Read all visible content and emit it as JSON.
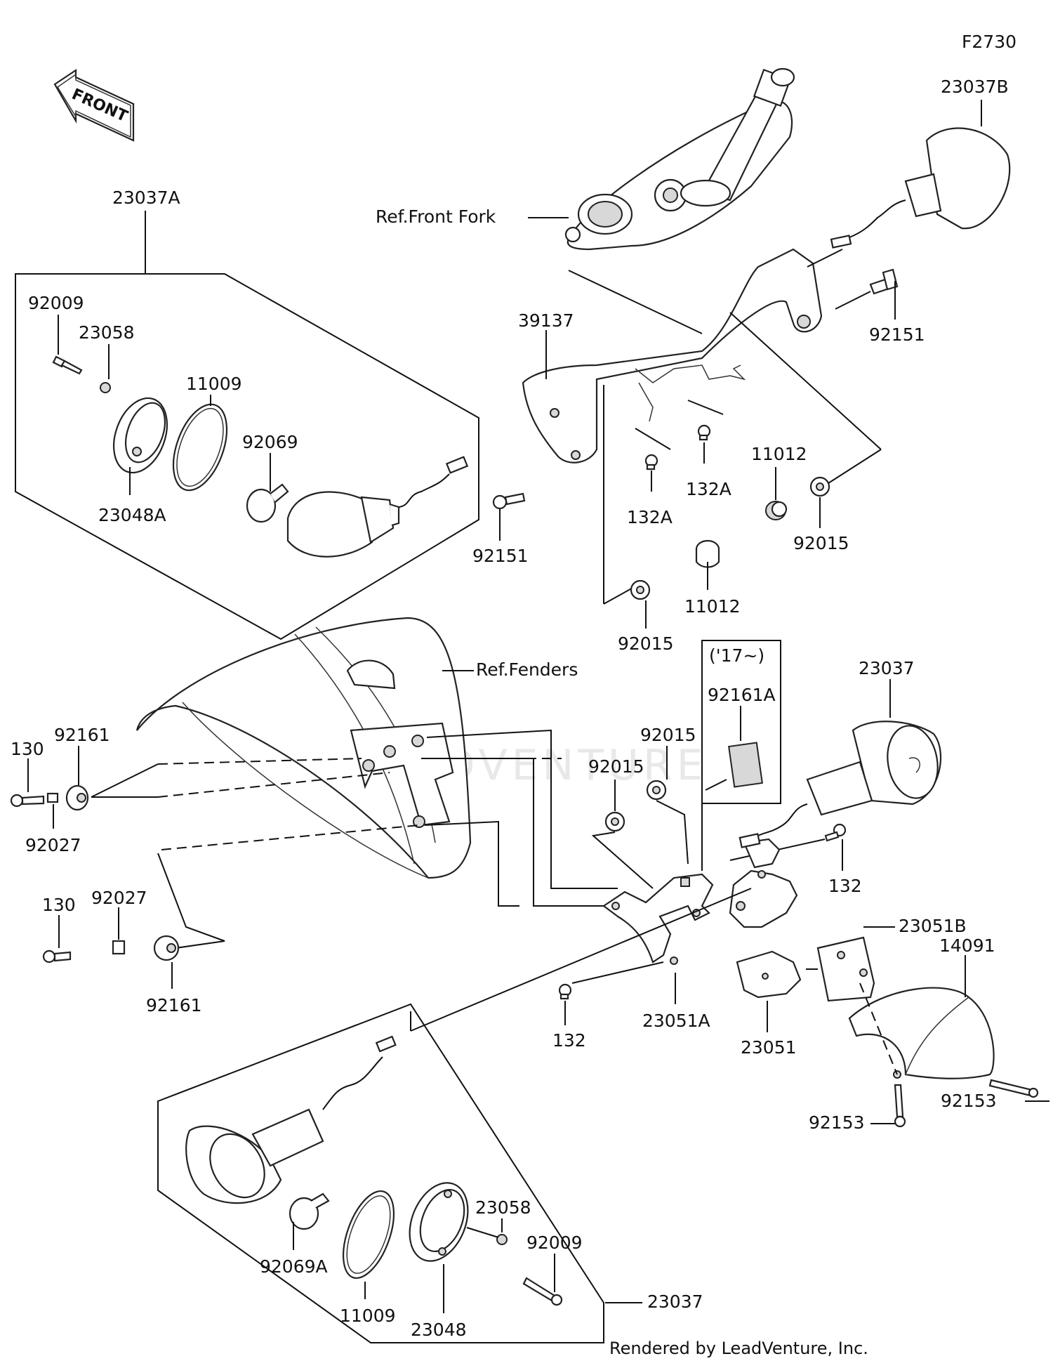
{
  "diagram_code": "F2730",
  "front_arrow_text": "FRONT",
  "footer": "Rendered by LeadVenture, Inc.",
  "watermark": "LEADVENTURE",
  "references": {
    "front_fork": "Ref.Front Fork",
    "fenders": "Ref.Fenders"
  },
  "year_box": {
    "note": "('17~)",
    "part": "92161A"
  },
  "callouts": {
    "p23037B": "23037B",
    "p23037A": "23037A",
    "p92009_top": "92009",
    "p23058_top": "23058",
    "p11009_top": "11009",
    "p92069": "92069",
    "p23048A": "23048A",
    "p39137": "39137",
    "p92151_right": "92151",
    "p92151_left": "92151",
    "p132A_1": "132A",
    "p132A_2": "132A",
    "p11012_1": "11012",
    "p11012_2": "11012",
    "p92015_right": "92015",
    "p92015_mid": "92015",
    "p92015_a": "92015",
    "p92015_b": "92015",
    "p23037_right": "23037",
    "p130_top": "130",
    "p92161_top": "92161",
    "p92027_top": "92027",
    "p130_bot": "130",
    "p92027_bot": "92027",
    "p92161_bot": "92161",
    "p132_right": "132",
    "p132_bot": "132",
    "p23051B": "23051B",
    "p14091": "14091",
    "p23051A": "23051A",
    "p23051": "23051",
    "p92153_right": "92153",
    "p92153_bot": "92153",
    "p92069A": "92069A",
    "p23058_bot": "23058",
    "p92009_bot": "92009",
    "p11009_bot": "11009",
    "p23048": "23048",
    "p23037_bot": "23037"
  }
}
